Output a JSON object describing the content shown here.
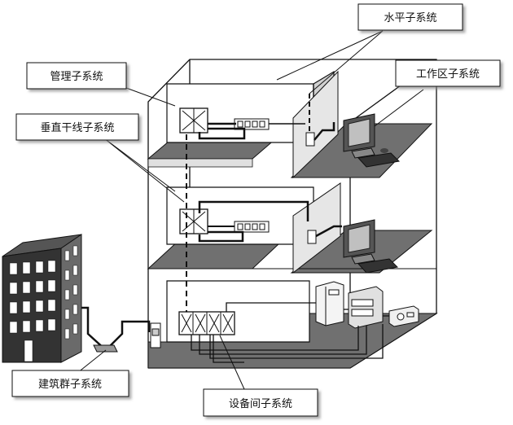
{
  "labels": {
    "horizontal": "水平子系统",
    "administration": "管理子系统",
    "work_area": "工作区子系统",
    "backbone": "垂直干线子系统",
    "campus": "建筑群子系统",
    "equipment_room": "设备间子系统"
  },
  "colors": {
    "floor": "#707070",
    "wall_shade": "#c8c8c8",
    "line": "#111111",
    "background": "#ffffff"
  },
  "icons": [
    "building-icon",
    "computer-icon",
    "cabinet-icon",
    "ups-icon",
    "telephone-icon",
    "patch-panel-icon",
    "distribution-frame-icon"
  ]
}
